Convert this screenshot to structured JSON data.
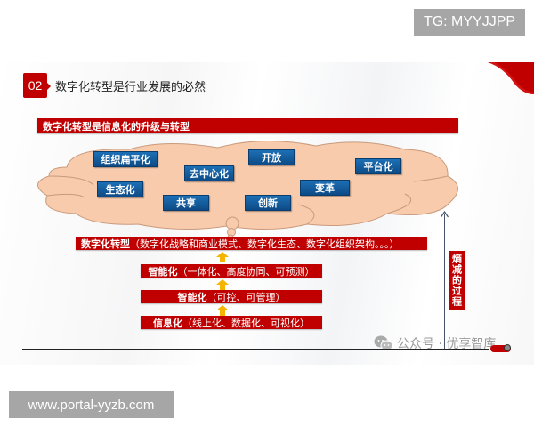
{
  "watermarks": {
    "top_right": "TG: MYYJJPP",
    "bottom_left": "www.portal-yyzb.com",
    "wechat": "公众号 · 优享智库"
  },
  "slide": {
    "section_number": "02",
    "title": "数字化转型是行业发展的必然",
    "banner": "数字化转型是信息化的升级与转型",
    "cloud_tags": [
      {
        "label": "组织扁平化"
      },
      {
        "label": "去中心化"
      },
      {
        "label": "开放"
      },
      {
        "label": "平台化"
      },
      {
        "label": "生态化"
      },
      {
        "label": "变革"
      },
      {
        "label": "共享"
      },
      {
        "label": "创新"
      }
    ],
    "stages": [
      {
        "label": "数字化转型",
        "detail": "（数字化战略和商业模式、数字化生态、数字化组织架构。。。）"
      },
      {
        "label": "智能化",
        "detail": "（一体化、高度协同、可预测）"
      },
      {
        "label": "智能化",
        "detail": "（可控、可管理）"
      },
      {
        "label": "信息化",
        "detail": "（线上化、数据化、可视化）"
      }
    ],
    "axis_label": "熵减的过程",
    "colors": {
      "brand_red": "#c00000",
      "tag_blue": "#1560a3",
      "cloud_fill": "#f8cbad",
      "arrow_yellow": "#f5b400"
    }
  }
}
